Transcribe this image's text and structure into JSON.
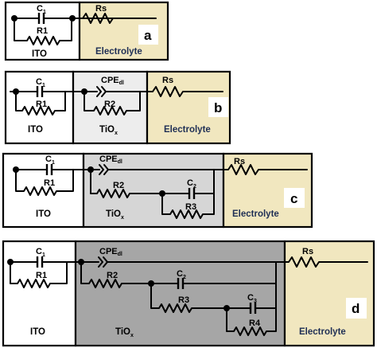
{
  "colors": {
    "ito_fill": "#ffffff",
    "tiox_light_fill": "#ededed",
    "tiox_mid_fill": "#d6d6d6",
    "tiox_dark_fill": "#a6a6a6",
    "electrolyte_fill": "#f1e7bf",
    "line": "#000000"
  },
  "labels": {
    "c1_main": "C",
    "c1_sub": "1",
    "c2_main": "C",
    "c2_sub": "2",
    "c3_main": "C",
    "c3_sub": "3",
    "r1": "R1",
    "r2": "R2",
    "r3": "R3",
    "r4": "R4",
    "rs": "Rs",
    "cpe_main": "CPE",
    "cpe_sub": "dl",
    "ito": "ITO",
    "tiox_main": "TiO",
    "tiox_sub": "x",
    "electrolyte": "Electrolyte"
  },
  "panels": [
    {
      "letter": "a"
    },
    {
      "letter": "b"
    },
    {
      "letter": "c"
    },
    {
      "letter": "d"
    }
  ]
}
